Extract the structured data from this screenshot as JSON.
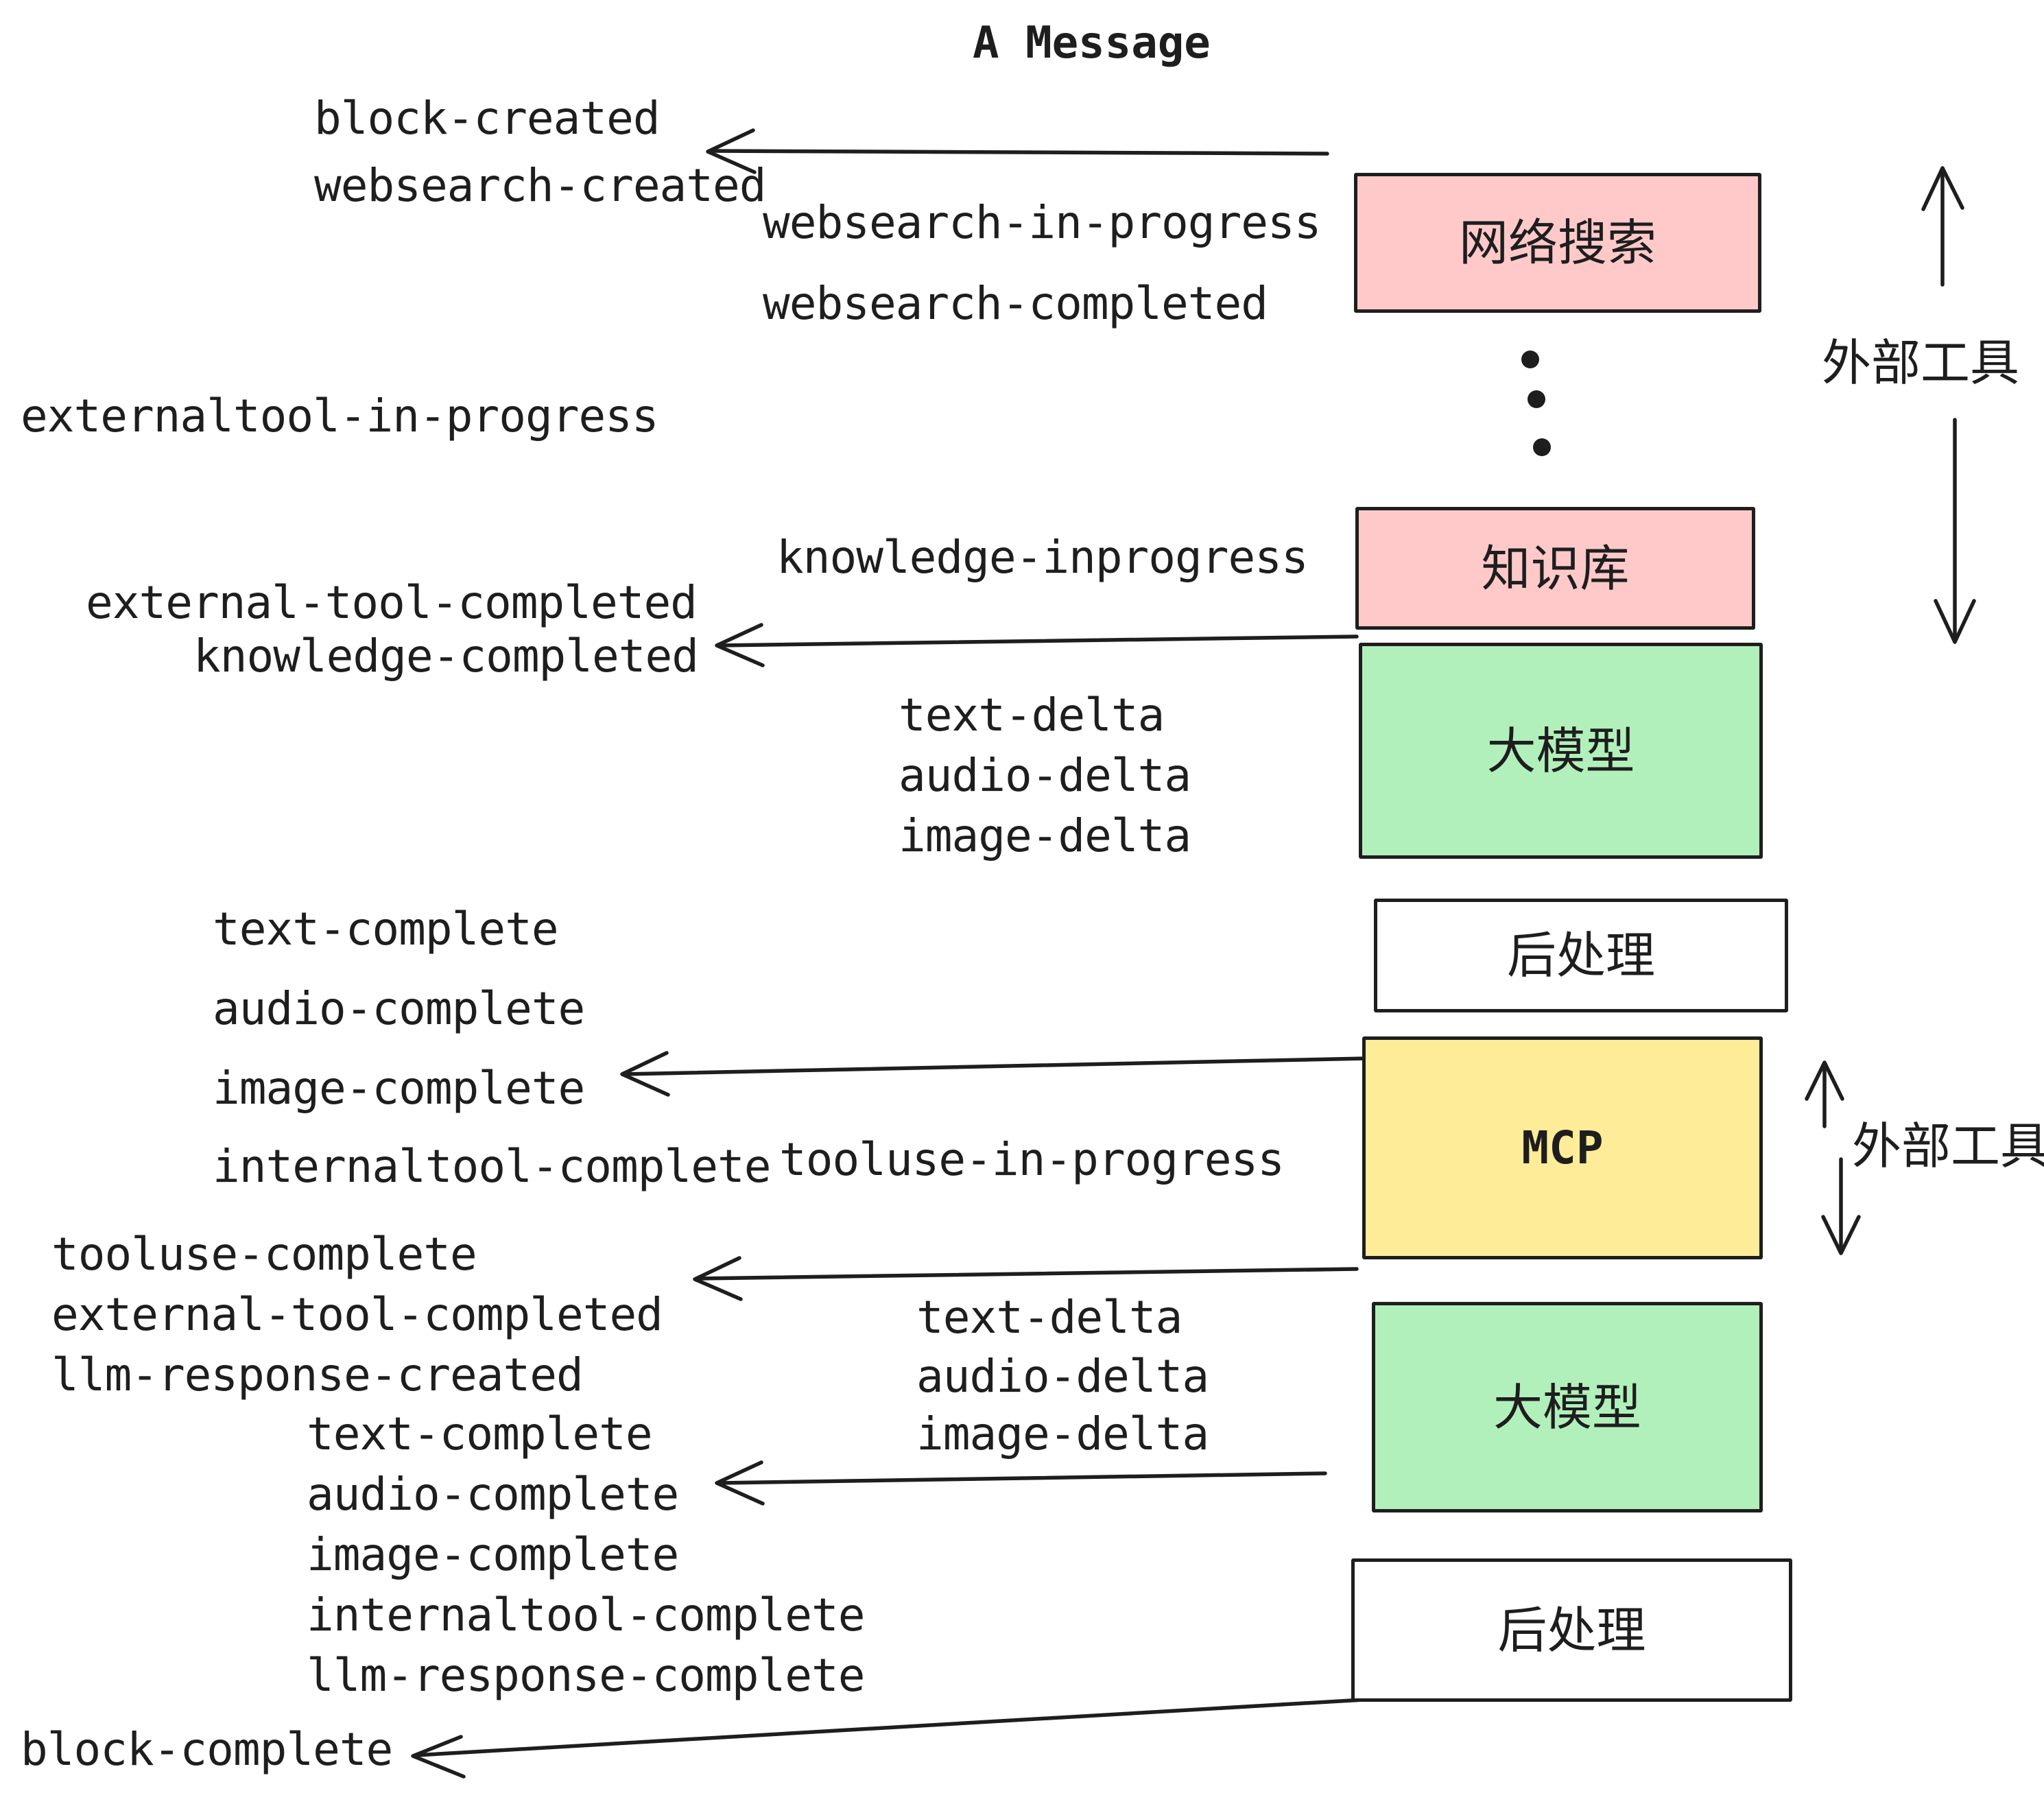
{
  "title": "A Message",
  "colors": {
    "pink": "#ffc9c9",
    "green": "#b2f0bb",
    "yellow": "#ffec99",
    "white": "#ffffff",
    "stroke": "#1e1e1e"
  },
  "boxes": {
    "websearch": {
      "label": "网络搜索",
      "color": "#ffc9c9"
    },
    "knowledge": {
      "label": "知识库",
      "color": "#ffc9c9"
    },
    "llm1": {
      "label": "大模型",
      "color": "#b2f0bb"
    },
    "post1": {
      "label": "后处理",
      "color": "#ffffff"
    },
    "mcp": {
      "label": "MCP",
      "color": "#ffec99"
    },
    "llm2": {
      "label": "大模型",
      "color": "#b2f0bb"
    },
    "post2": {
      "label": "后处理",
      "color": "#ffffff"
    }
  },
  "side_labels": {
    "external_tool_top": "外部工具",
    "external_tool_mcp": "外部工具"
  },
  "events": {
    "block_created": "block-created",
    "websearch_created": "websearch-created",
    "websearch_in_progress": "websearch-in-progress",
    "websearch_completed": "websearch-completed",
    "externaltool_in_progress": "externaltool-in-progress",
    "knowledge_inprogress": "knowledge-inprogress",
    "external_tool_completed_1": "external-tool-completed",
    "knowledge_completed": "knowledge-completed",
    "text_delta_1": "text-delta",
    "audio_delta_1": "audio-delta",
    "image_delta_1": "image-delta",
    "text_complete_1": "text-complete",
    "audio_complete_1": "audio-complete",
    "image_complete_1": "image-complete",
    "internaltool_complete_1": "internaltool-complete",
    "tooluse_in_progress": "tooluse-in-progress",
    "tooluse_complete": "tooluse-complete",
    "external_tool_completed_2": "external-tool-completed",
    "llm_response_created": "llm-response-created",
    "text_complete_2": "text-complete",
    "audio_complete_2": "audio-complete",
    "image_complete_2": "image-complete",
    "internaltool_complete_2": "internaltool-complete",
    "llm_response_complete": "llm-response-complete",
    "text_delta_2": "text-delta",
    "audio_delta_2": "audio-delta",
    "image_delta_2": "image-delta",
    "block_complete": "block-complete"
  }
}
